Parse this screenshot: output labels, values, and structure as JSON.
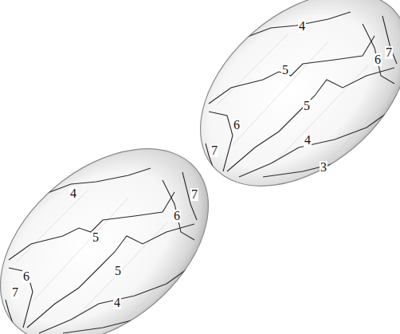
{
  "diagram": {
    "labels": [
      "4",
      "6",
      "7",
      "5",
      "5",
      "6",
      "7",
      "4",
      "3",
      "4",
      "7",
      "6",
      "5",
      "5",
      "6",
      "7",
      "4"
    ]
  }
}
